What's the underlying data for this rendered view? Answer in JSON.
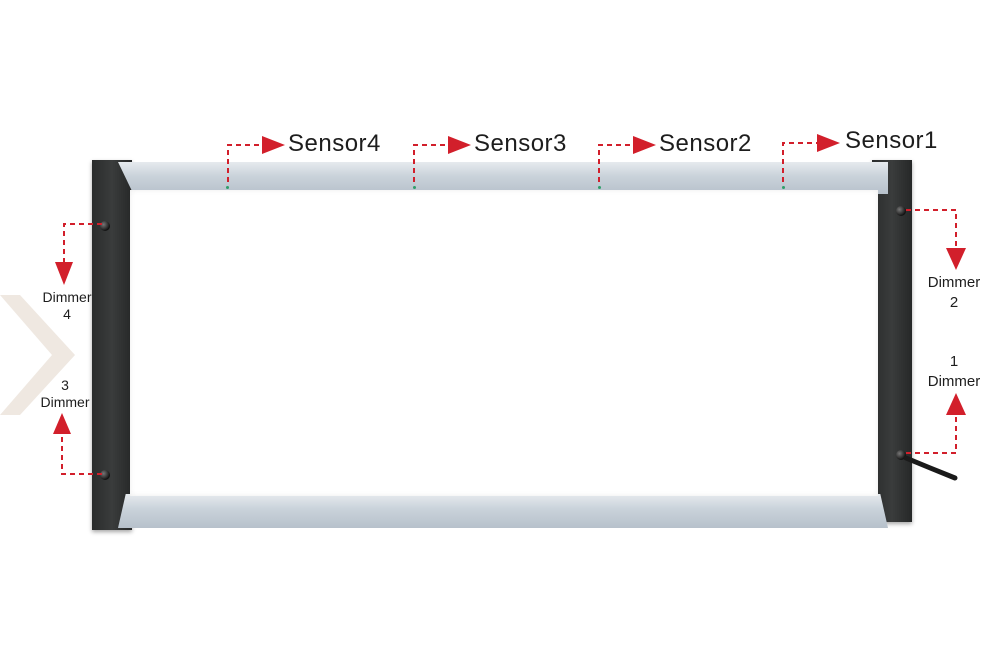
{
  "colors": {
    "arrow": "#d21f2b",
    "frame_dark": "#2f3131",
    "rail_silver": "#c9d2da",
    "decor_chevron": "#efe8e1",
    "indicator_led": "#2e9e6a"
  },
  "sensors": [
    {
      "id": "sensor4",
      "label": "Sensor4"
    },
    {
      "id": "sensor3",
      "label": "Sensor3"
    },
    {
      "id": "sensor2",
      "label": "Sensor2"
    },
    {
      "id": "sensor1",
      "label": "Sensor1"
    }
  ],
  "dimmers": [
    {
      "id": "dimmer4",
      "word": "Dimmer",
      "number": "4"
    },
    {
      "id": "dimmer3",
      "word": "Dimmer",
      "number": "3"
    },
    {
      "id": "dimmer2",
      "word": "Dimmer",
      "number": "2"
    },
    {
      "id": "dimmer1",
      "word": "Dimmer",
      "number": "1"
    }
  ]
}
